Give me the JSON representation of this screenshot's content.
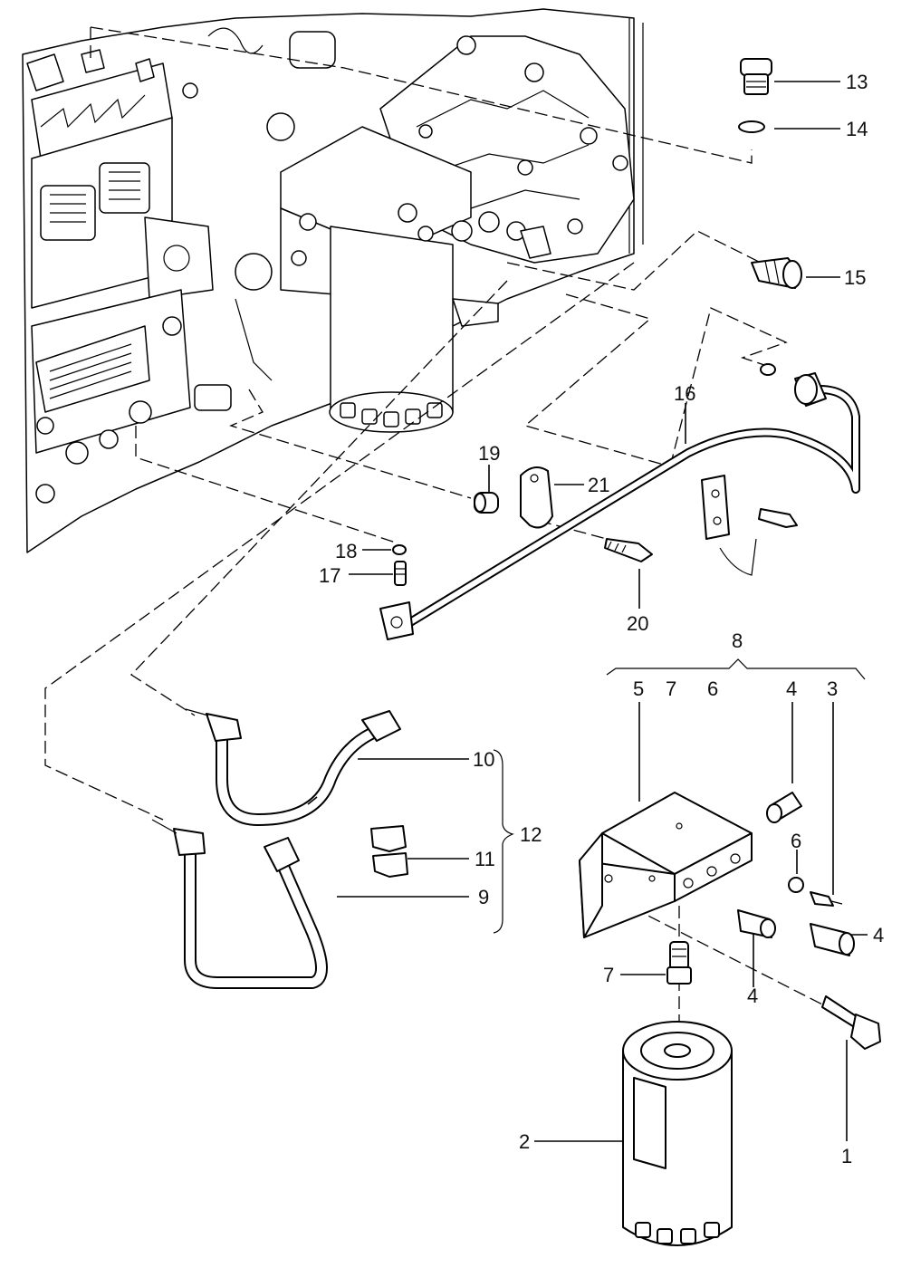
{
  "labels": {
    "p1": "1",
    "p2": "2",
    "p3": "3",
    "p4a": "4",
    "p4b": "4",
    "p4c": "4",
    "p5": "5",
    "p6a": "6",
    "p6b": "6",
    "p7a": "7",
    "p7b": "7",
    "p8": "8",
    "p9": "9",
    "p10": "10",
    "p11": "11",
    "p12": "12",
    "p13": "13",
    "p14": "14",
    "p15": "15",
    "p16": "16",
    "p17": "17",
    "p18": "18",
    "p19": "19",
    "p20": "20",
    "p21": "21"
  }
}
